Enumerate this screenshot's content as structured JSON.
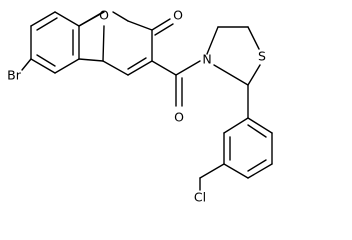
{
  "atoms": {
    "O1": "O",
    "O2": "O",
    "O3": "O",
    "N": "N",
    "S": "S",
    "Br": "Br",
    "Cl": "Cl"
  }
}
